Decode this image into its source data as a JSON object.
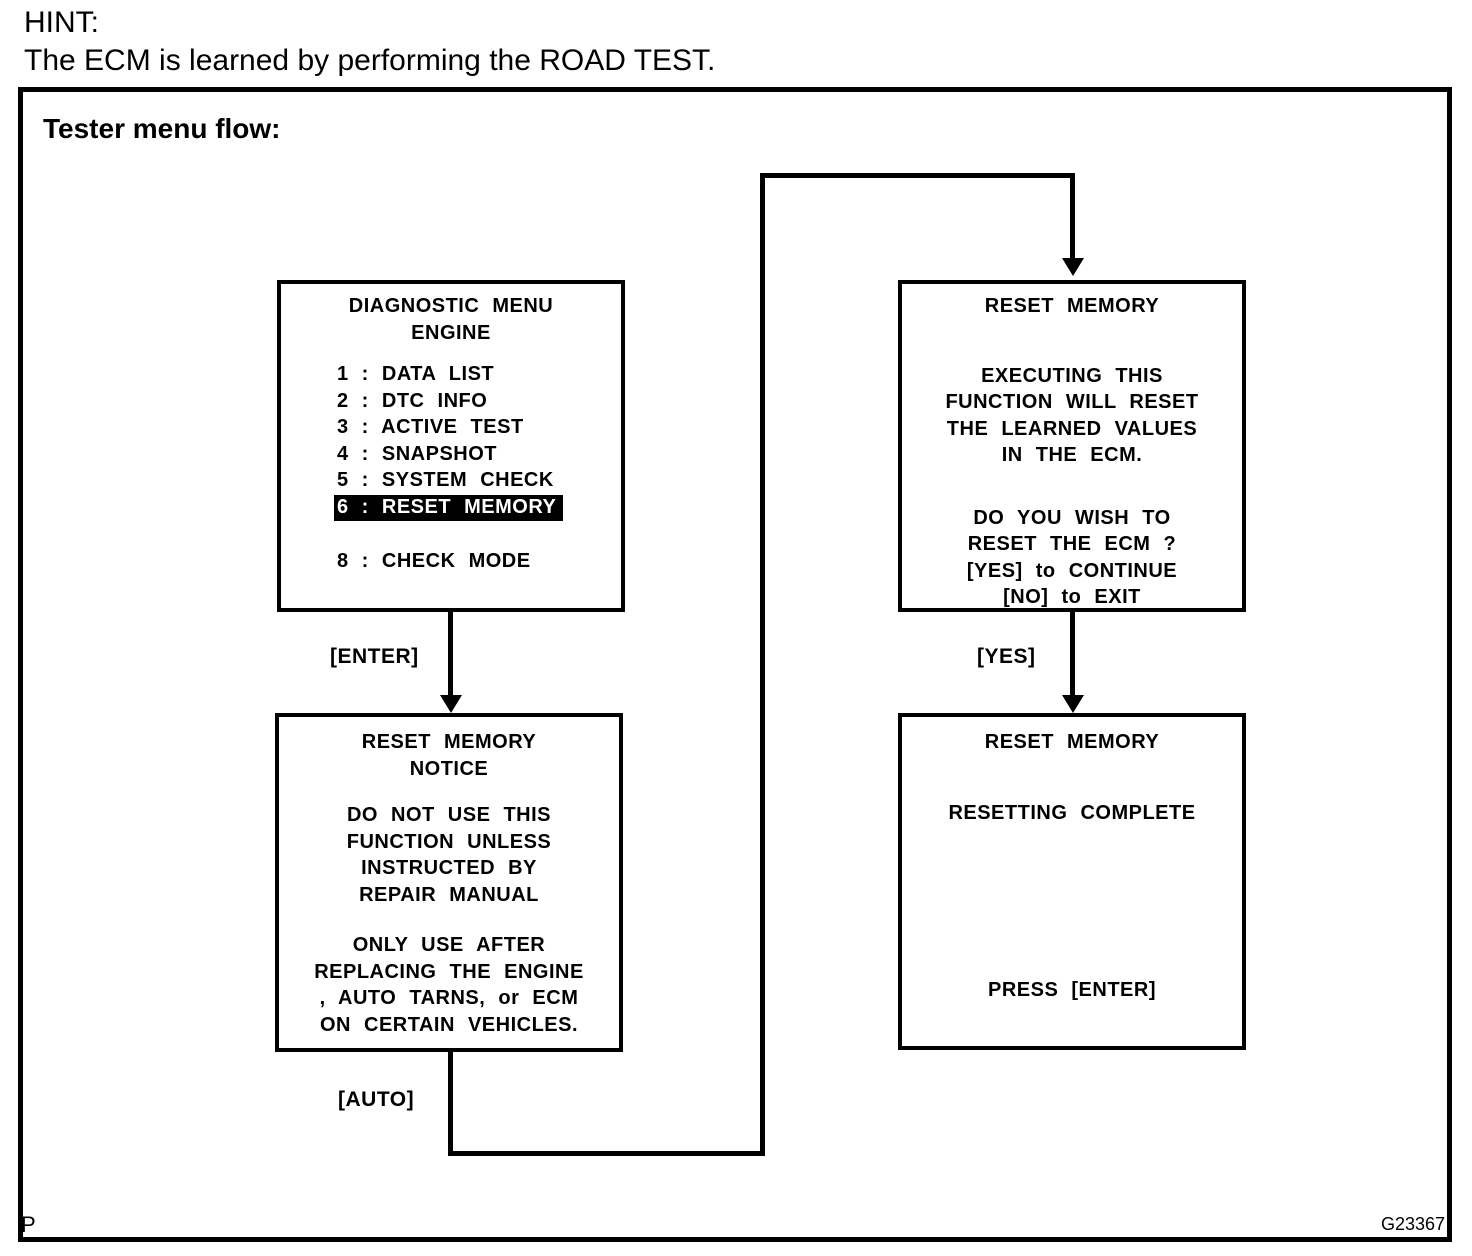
{
  "hint": {
    "label": "HINT:",
    "text": "The ECM is learned by performing the ROAD TEST."
  },
  "diagram": {
    "title": "Tester menu flow:",
    "page_marker": "P",
    "figure_code": "G23367",
    "colors": {
      "ink": "#000000",
      "paper": "#ffffff",
      "highlight_bg": "#000000",
      "highlight_text": "#ffffff"
    },
    "labels": {
      "enter": "[ENTER]",
      "yes": "[YES]",
      "auto": "[AUTO]"
    },
    "screens": {
      "diagnostic_menu": {
        "title_line1": "DIAGNOSTIC MENU",
        "title_line2": "ENGINE",
        "items": [
          {
            "label": "1 : DATA LIST",
            "highlighted": false
          },
          {
            "label": "2 : DTC INFO",
            "highlighted": false
          },
          {
            "label": "3 : ACTIVE TEST",
            "highlighted": false
          },
          {
            "label": "4 : SNAPSHOT",
            "highlighted": false
          },
          {
            "label": "5 : SYSTEM CHECK",
            "highlighted": false
          },
          {
            "label": "6 : RESET MEMORY",
            "highlighted": true
          },
          {
            "label": "8 : CHECK MODE",
            "highlighted": false
          }
        ]
      },
      "reset_confirm": {
        "title": "RESET MEMORY",
        "message1": [
          "EXECUTING THIS",
          "FUNCTION WILL RESET",
          "THE LEARNED VALUES",
          "IN THE ECM."
        ],
        "message2": [
          "DO YOU WISH TO",
          "RESET THE ECM ?",
          "[YES] to CONTINUE",
          "[NO] to EXIT"
        ]
      },
      "reset_notice": {
        "title_line1": "RESET MEMORY",
        "title_line2": "NOTICE",
        "message1": [
          "DO NOT USE THIS",
          "FUNCTION UNLESS",
          "INSTRUCTED BY",
          "REPAIR MANUAL"
        ],
        "message2": [
          "ONLY USE AFTER",
          "REPLACING THE ENGINE",
          ", AUTO TARNS, or ECM",
          "ON CERTAIN VEHICLES."
        ]
      },
      "reset_complete": {
        "title": "RESET MEMORY",
        "status": "RESETTING COMPLETE",
        "prompt": "PRESS [ENTER]"
      }
    }
  }
}
